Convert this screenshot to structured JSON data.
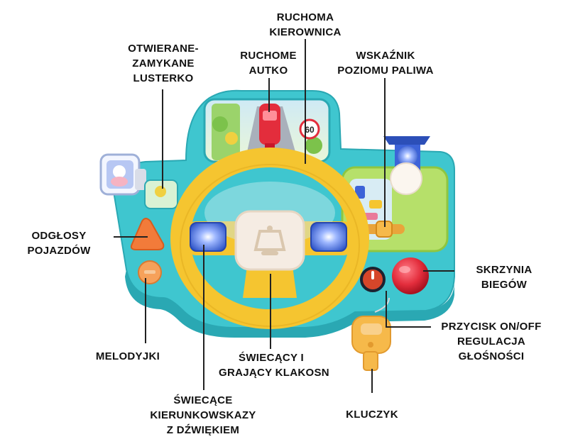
{
  "labels": {
    "ruchoma_kierownica": [
      "RUCHOMA",
      "KIEROWNICA"
    ],
    "ruchome_autko": [
      "RUCHOME",
      "AUTKO"
    ],
    "lusterko": [
      "OTWIERANE-",
      "ZAMYKANE",
      "LUSTERKO"
    ],
    "wskaznik": [
      "WSKAŹNIK",
      "POZIOMU PALIWA"
    ],
    "odglosy": [
      "ODGŁOSY",
      "POJAZDÓW"
    ],
    "skrzynia": [
      "SKRZYNIA",
      "BIEGÓW"
    ],
    "przycisk": [
      "PRZYCISK ON/OFF",
      "REGULACJA",
      "GŁOŚNOŚCI"
    ],
    "melodyjki": [
      "MELODYJKI"
    ],
    "klakson": [
      "ŚWIECĄCY I",
      "GRAJĄCY KLAKOSN"
    ],
    "kierunkowskazy": [
      "ŚWIECĄCE",
      "KIERUNKOWSKAZY",
      "Z DŹWIĘKIEM"
    ],
    "kluczyk": [
      "KLUCZYK"
    ]
  },
  "dashboard": {
    "speed_sign": "60"
  },
  "colors": {
    "body": "#3fc6cf",
    "wheel": "#f5c530",
    "indicator": "#3d63d8",
    "gear_knob": "#e32d3c",
    "key": "#f6b94a",
    "triangle_button": "#f27b3a"
  }
}
